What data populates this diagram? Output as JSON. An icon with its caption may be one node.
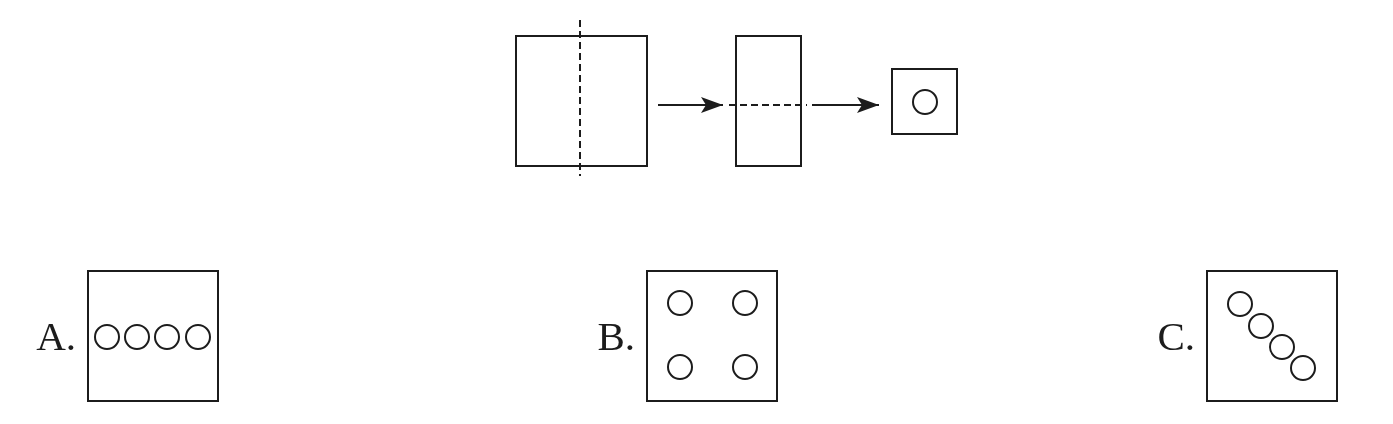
{
  "diagram": {
    "nodes": [
      {
        "text": [],
        "shape": "box"
      },
      {
        "text": [],
        "shape": "box"
      },
      {
        "text": [],
        "shape": "box"
      },
      {
        "text": [],
        "shape": "box",
        "beside": [
          "A."
        ]
      },
      {
        "text": [],
        "shape": "box",
        "beside": [
          "B."
        ]
      },
      {
        "text": [],
        "shape": "box",
        "beside": [
          "C."
        ]
      }
    ],
    "edges": [
      {
        "from": 0,
        "to": 1,
        "arrow": "to"
      },
      {
        "from": 1,
        "to": 2,
        "arrow": "to"
      }
    ]
  }
}
